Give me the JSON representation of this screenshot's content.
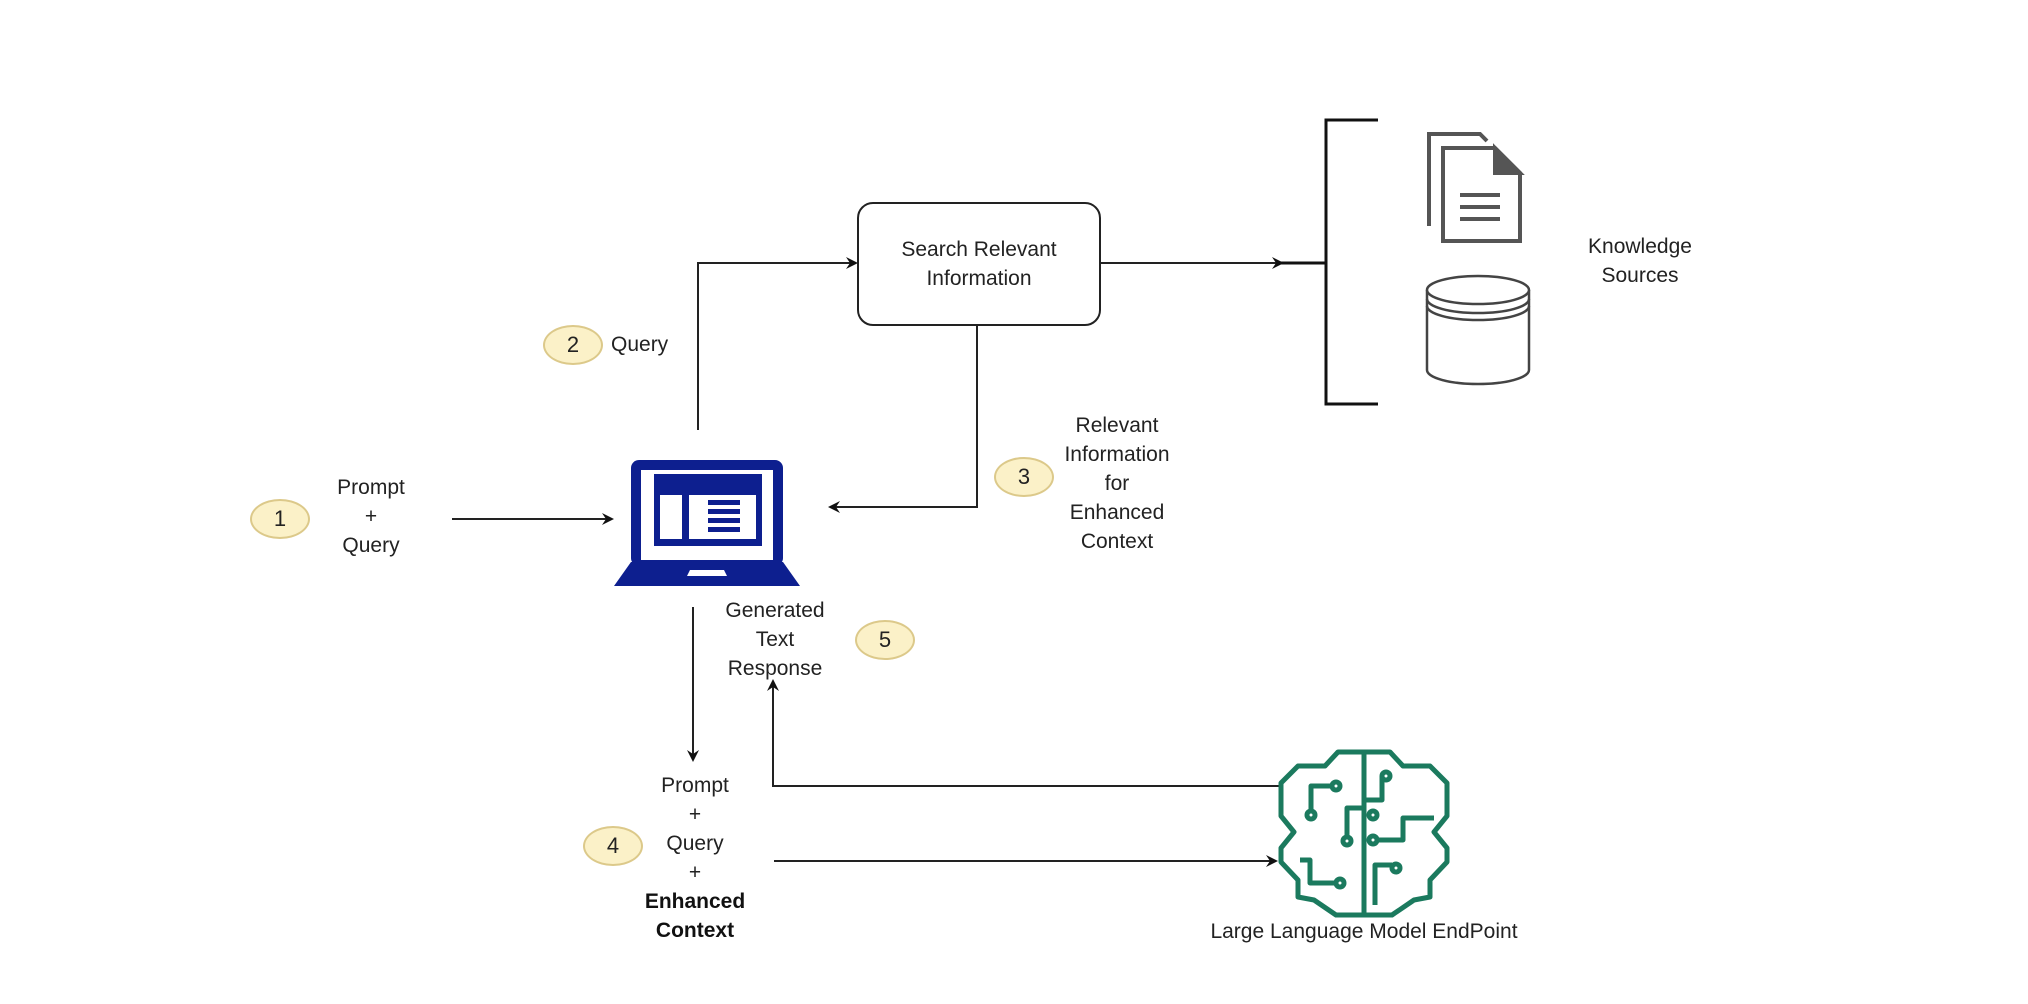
{
  "diagram": {
    "steps": [
      {
        "number": "1",
        "label": [
          "Prompt",
          "+",
          "Query"
        ]
      },
      {
        "number": "2",
        "label": [
          "Query"
        ]
      },
      {
        "number": "3",
        "label": [
          "Relevant",
          "Information",
          "for",
          "Enhanced",
          "Context"
        ]
      },
      {
        "number": "4",
        "label": [
          "Prompt",
          "+",
          "Query",
          "+"
        ],
        "bold_label": [
          "Enhanced",
          "Context"
        ]
      },
      {
        "number": "5",
        "label": [
          "Generated",
          "Text",
          "Response"
        ]
      }
    ],
    "search_box": {
      "lines": [
        "Search Relevant",
        "Information"
      ]
    },
    "knowledge_sources": {
      "lines": [
        "Knowledge",
        "Sources"
      ],
      "icons": [
        "documents-icon",
        "database-icon"
      ]
    },
    "llm": {
      "label": "Large Language Model EndPoint",
      "icon": "brain-circuit-icon"
    },
    "client": {
      "icon": "laptop-icon"
    },
    "colors": {
      "laptop": "#0d1f8f",
      "brain": "#1b7a5e",
      "badge_fill": "#fbf1c8",
      "badge_border": "#dcc98a",
      "line": "#222222",
      "icon_gray": "#555555"
    }
  }
}
